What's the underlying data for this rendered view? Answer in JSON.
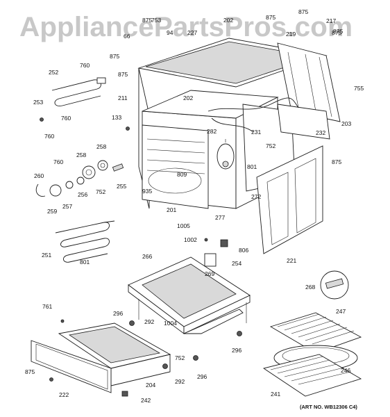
{
  "watermark": "AppliancePartsPros.com",
  "art_number": "(ART NO. WB12306 C4)",
  "part_labels": [
    "875",
    "753",
    "66",
    "94",
    "227",
    "202",
    "875",
    "219",
    "875",
    "875",
    "217",
    "875",
    "252",
    "760",
    "875",
    "211",
    "875",
    "755",
    "253",
    "760",
    "760",
    "133",
    "202",
    "282",
    "231",
    "232",
    "203",
    "752",
    "875",
    "258",
    "258",
    "760",
    "809",
    "801",
    "260",
    "255",
    "752",
    "256",
    "257",
    "259",
    "935",
    "201",
    "272",
    "1005",
    "277",
    "251",
    "801",
    "1002",
    "806",
    "254",
    "266",
    "221",
    "269",
    "268",
    "761",
    "296",
    "292",
    "1004",
    "247",
    "296",
    "875",
    "752",
    "292",
    "296",
    "222",
    "204",
    "242",
    "246",
    "241"
  ]
}
